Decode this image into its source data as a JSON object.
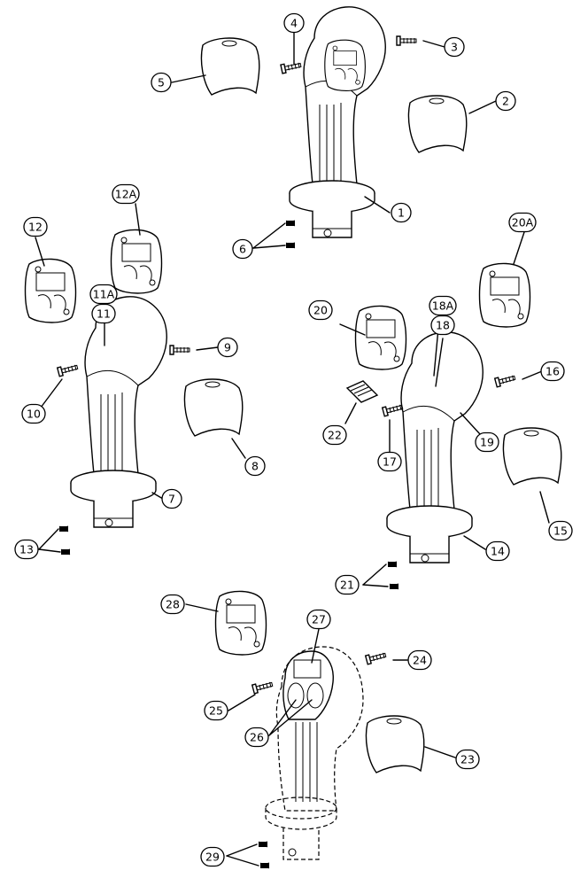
{
  "callouts": [
    {
      "id": "c1",
      "label": "1"
    },
    {
      "id": "c2",
      "label": "2"
    },
    {
      "id": "c3",
      "label": "3"
    },
    {
      "id": "c4",
      "label": "4"
    },
    {
      "id": "c5",
      "label": "5"
    },
    {
      "id": "c6",
      "label": "6"
    },
    {
      "id": "c7",
      "label": "7"
    },
    {
      "id": "c8",
      "label": "8"
    },
    {
      "id": "c9",
      "label": "9"
    },
    {
      "id": "c10",
      "label": "10"
    },
    {
      "id": "c11",
      "label": "11"
    },
    {
      "id": "c11a",
      "label": "11A"
    },
    {
      "id": "c12",
      "label": "12"
    },
    {
      "id": "c12a",
      "label": "12A"
    },
    {
      "id": "c13",
      "label": "13"
    },
    {
      "id": "c14",
      "label": "14"
    },
    {
      "id": "c15",
      "label": "15"
    },
    {
      "id": "c16",
      "label": "16"
    },
    {
      "id": "c17",
      "label": "17"
    },
    {
      "id": "c18",
      "label": "18"
    },
    {
      "id": "c18a",
      "label": "18A"
    },
    {
      "id": "c19",
      "label": "19"
    },
    {
      "id": "c20",
      "label": "20"
    },
    {
      "id": "c20a",
      "label": "20A"
    },
    {
      "id": "c21",
      "label": "21"
    },
    {
      "id": "c22",
      "label": "22"
    },
    {
      "id": "c23",
      "label": "23"
    },
    {
      "id": "c24",
      "label": "24"
    },
    {
      "id": "c25",
      "label": "25"
    },
    {
      "id": "c26",
      "label": "26"
    },
    {
      "id": "c27",
      "label": "27"
    },
    {
      "id": "c28",
      "label": "28"
    },
    {
      "id": "c29",
      "label": "29"
    }
  ],
  "colors": {
    "ink": "#000000",
    "paper": "#ffffff"
  }
}
